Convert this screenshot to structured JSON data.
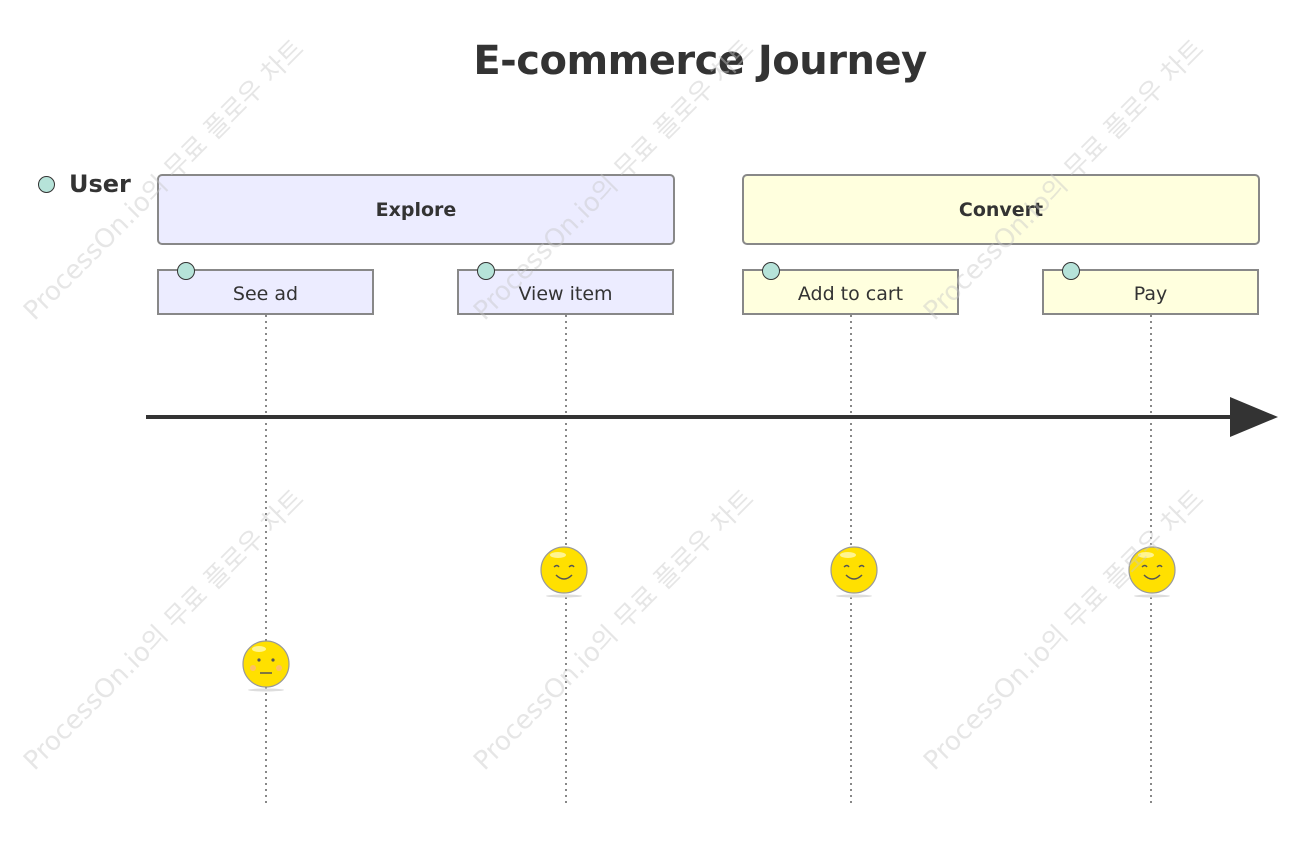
{
  "title": "E-commerce Journey",
  "actor": {
    "name": "User",
    "color": "#b6e3d9"
  },
  "sections": [
    {
      "name": "Explore",
      "color": "#ececff"
    },
    {
      "name": "Convert",
      "color": "#ffffde"
    }
  ],
  "tasks": [
    {
      "name": "See ad",
      "section": "Explore",
      "score": 3,
      "mood": "neutral"
    },
    {
      "name": "View item",
      "section": "Explore",
      "score": 5,
      "mood": "happy"
    },
    {
      "name": "Add to cart",
      "section": "Convert",
      "score": 5,
      "mood": "happy"
    },
    {
      "name": "Pay",
      "section": "Convert",
      "score": 5,
      "mood": "happy"
    }
  ],
  "watermark": "ProcessOn.io의 무료 플로우 차트",
  "colors": {
    "border": "#888888",
    "text": "#333333",
    "face_fill": "#ffe000",
    "face_stroke": "#999999",
    "axis": "#333333",
    "dotted": "#888888"
  }
}
